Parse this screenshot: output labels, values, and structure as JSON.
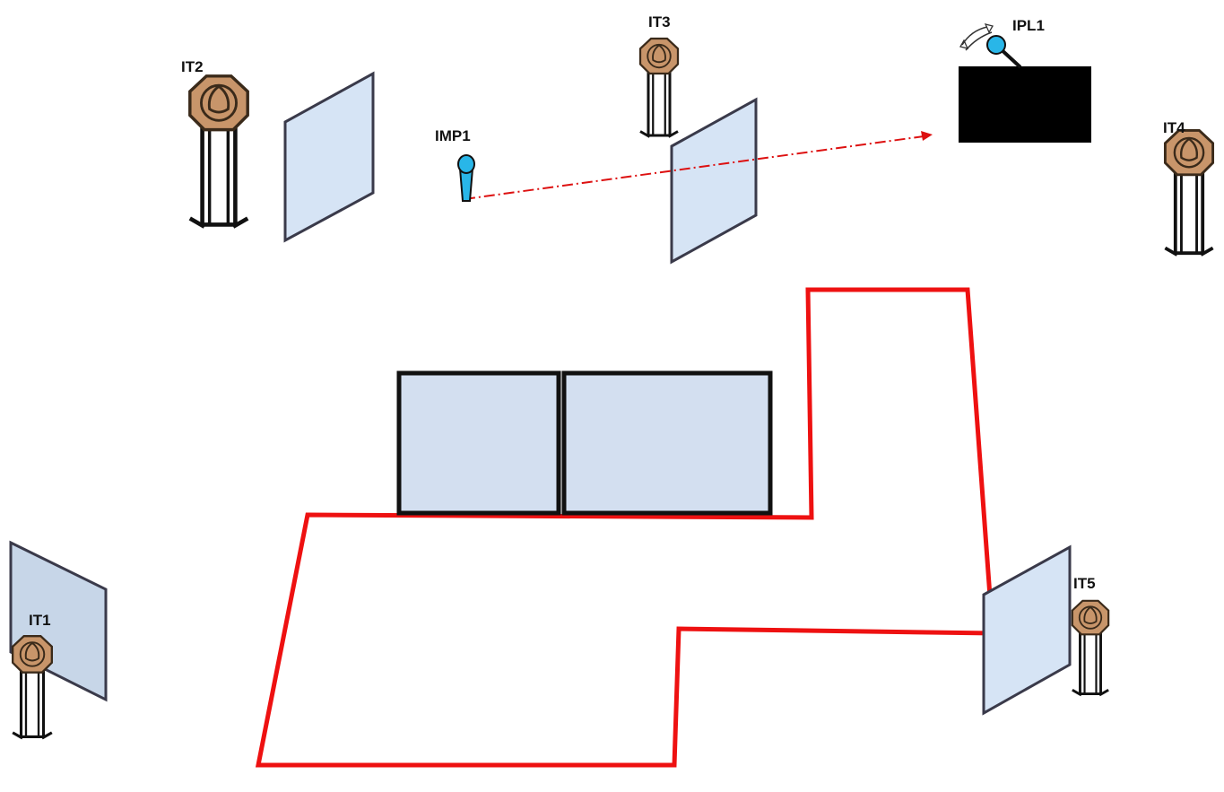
{
  "labels": {
    "it1": "IT1",
    "it2": "IT2",
    "it3": "IT3",
    "it4": "IT4",
    "it5": "IT5",
    "imp1": "IMP1",
    "ipl1": "IPL1"
  },
  "colors": {
    "boundary": "#ee1111",
    "panel_fill": "#d6e4f5",
    "panel_stroke": "#3a3a4a",
    "target_fill": "#c8956a",
    "target_stroke": "#3a2a1a",
    "marker_fill": "#29b6e8",
    "aim_line": "#dd1111",
    "black_box": "#000000"
  },
  "icons": {
    "target": "steel-target-icon",
    "marker": "shooting-position-icon",
    "popper": "swinging-popper-icon"
  }
}
